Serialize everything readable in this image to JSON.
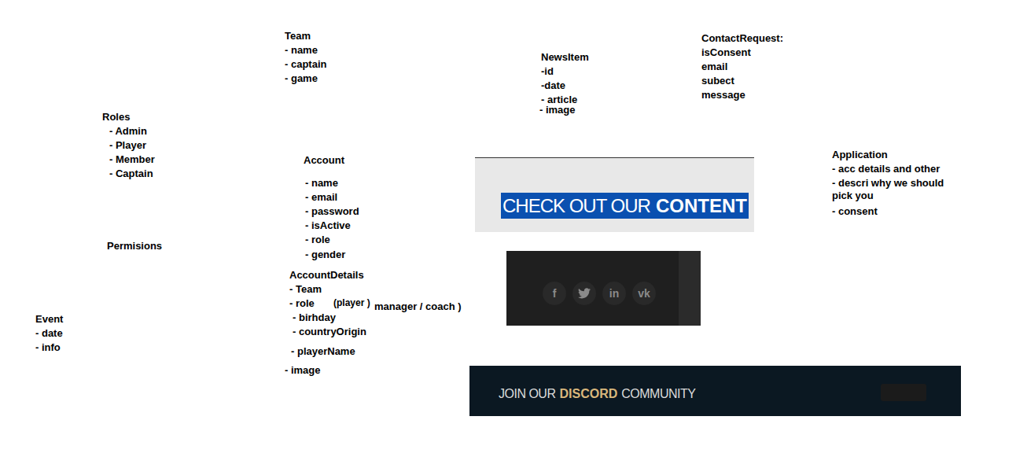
{
  "diagram": {
    "nodes": [
      {
        "text": [
          "CHECK OUT OUR",
          "CONTENT"
        ]
      },
      {
        "text": [
          "f",
          "in",
          "vk"
        ]
      },
      {
        "text": [
          "JOIN OUR",
          "DISCORD",
          "COMMUNITY"
        ]
      }
    ],
    "labels": [
      "Team",
      "- name",
      "- captain",
      "- game",
      "NewsItem",
      "-id",
      "-date",
      "- article",
      "- image",
      "ContactRequest:",
      "isConsent",
      "email",
      "subect",
      "message",
      "Roles",
      "- Admin",
      "- Player",
      "- Member",
      "- Captain",
      "Account",
      "- name",
      "- email",
      "- password",
      "- isActive",
      "- role",
      "- gender",
      "Application",
      "- acc details and other",
      "- descri why we should pick you",
      "- consent",
      "Permisions",
      "AccountDetails",
      "- Team",
      "- role",
      "(player )",
      "manager / coach )",
      "- birhday",
      "- countryOrigin",
      "- playerName",
      "- image",
      "Event",
      "- date",
      "- info"
    ]
  }
}
